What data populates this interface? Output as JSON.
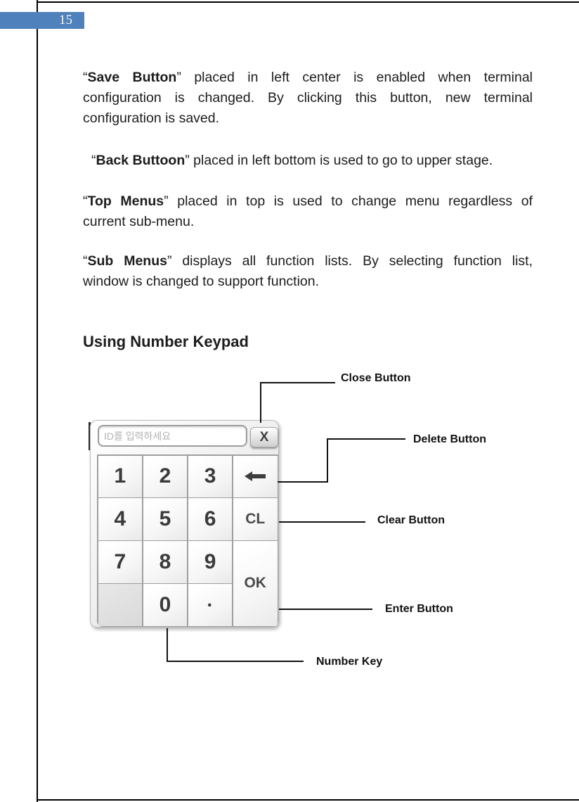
{
  "page": {
    "number": "15"
  },
  "colors": {
    "accent_blue": "#4F81BD"
  },
  "paragraphs": {
    "p1": {
      "l1": {
        "pre": "“",
        "bold": "Save Button",
        "post": "” placed in left center is enabled when terminal"
      },
      "l2": "configuration is changed. By clicking this button, new terminal",
      "l3": "configuration is saved."
    },
    "p2": {
      "l1": {
        "pre": "“",
        "bold": "Back Buttoon",
        "post": "” placed in left bottom is used to go to upper stage."
      }
    },
    "p3": {
      "l1": {
        "pre": "“",
        "bold": "Top Menus",
        "post": "” placed in top is used to change menu regardless of"
      },
      "l2": "current sub-menu."
    },
    "p4": {
      "l1": {
        "pre": "“",
        "bold": "Sub Menus",
        "post": "” displays all function lists. By selecting function list,"
      },
      "l2": "window is changed to support function."
    }
  },
  "heading": "Using Number Keypad",
  "keypad": {
    "input_placeholder": "ID를 입력하세요",
    "close_label": "X",
    "keys": [
      "1",
      "2",
      "3",
      "4",
      "5",
      "6",
      "7",
      "8",
      "9",
      "0"
    ],
    "clear_label": "CL",
    "ok_label": "OK",
    "dot_label": "·"
  },
  "callouts": {
    "close": "Close Button",
    "delete": "Delete Button",
    "clear": "Clear Button",
    "enter": "Enter Button",
    "number": "Number Key"
  }
}
